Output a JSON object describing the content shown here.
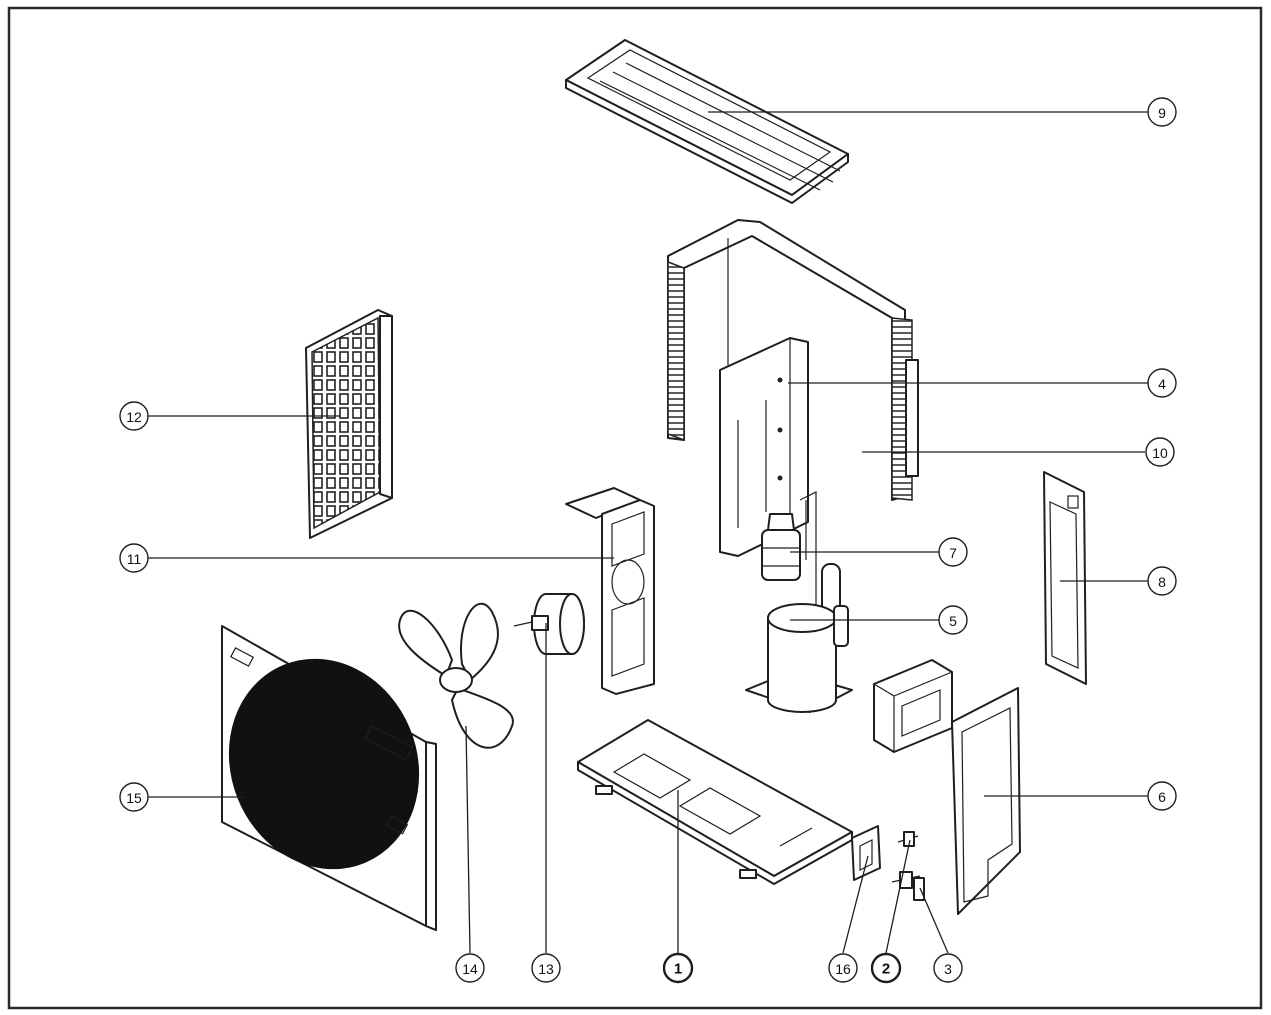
{
  "diagram": {
    "border_color": "#2a2a2a",
    "callouts": [
      {
        "label": "9",
        "bold": false
      },
      {
        "label": "4",
        "bold": false
      },
      {
        "label": "10",
        "bold": false
      },
      {
        "label": "12",
        "bold": false
      },
      {
        "label": "7",
        "bold": false
      },
      {
        "label": "11",
        "bold": false
      },
      {
        "label": "8",
        "bold": false
      },
      {
        "label": "5",
        "bold": false
      },
      {
        "label": "6",
        "bold": false
      },
      {
        "label": "15",
        "bold": false
      },
      {
        "label": "14",
        "bold": false
      },
      {
        "label": "13",
        "bold": false
      },
      {
        "label": "1",
        "bold": true
      },
      {
        "label": "16",
        "bold": false
      },
      {
        "label": "2",
        "bold": true
      },
      {
        "label": "3",
        "bold": false
      }
    ]
  }
}
